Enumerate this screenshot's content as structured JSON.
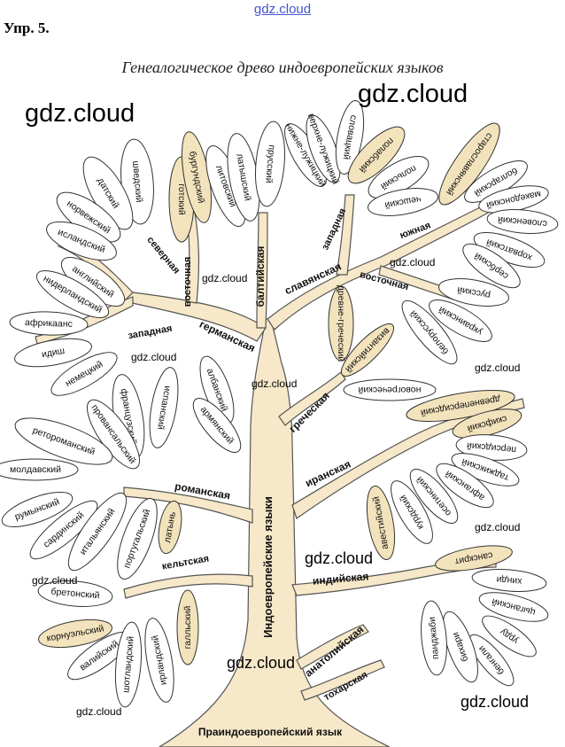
{
  "header": "Упр. 5.",
  "top_link": "gdz.cloud",
  "title": "Генеалогическое древо индоевропейских языков",
  "watermark": "gdz.cloud",
  "colors": {
    "trunk_fill": "#f6e8c8",
    "trunk_stroke": "#555555",
    "leaf_plain": "#ffffff",
    "leaf_shaded": "#f3e3bc",
    "link": "#4455cc"
  },
  "root_label": "Праиндоевропейский язык",
  "trunk_label": "Индоевропейские языки",
  "branches": {
    "germanic": "германская",
    "germanic_north": "северная",
    "germanic_east": "восточная",
    "germanic_west": "западная",
    "baltic": "балтийская",
    "slavic": "славянская",
    "slavic_west": "западная",
    "slavic_south": "южная",
    "slavic_east": "восточная",
    "greek": "греческая",
    "romance": "романская",
    "iranian": "иранская",
    "celtic": "кельтская",
    "indian": "индийская",
    "anatolian": "анатолийская",
    "tocharian": "тохарская"
  },
  "leaves": {
    "north_germanic": [
      "шведский",
      "датский",
      "норвежский",
      "исландский"
    ],
    "east_germanic": [
      "готский",
      "бургундский"
    ],
    "west_germanic": [
      "английский",
      "нидерландский",
      "африкаанс",
      "идиш",
      "немецкий"
    ],
    "baltic": [
      "литовский",
      "латышский",
      "прусский"
    ],
    "west_slavic": [
      "нижне-лужицкий",
      "верхне-лужицкий",
      "словацкий",
      "полабский",
      "польский",
      "чешский"
    ],
    "south_slavic": [
      "старославянский",
      "болгарский",
      "македонский",
      "словенский",
      "хорватский",
      "сербский"
    ],
    "east_slavic": [
      "русский",
      "украинский",
      "белорусский"
    ],
    "greek": [
      "древне-греческий",
      "византийский",
      "новогреческий"
    ],
    "albanian_armenian": [
      "албанский",
      "армянский"
    ],
    "romance": [
      "испанский",
      "французский",
      "провансальский",
      "ретороманский",
      "молдавский",
      "румынский",
      "сардинский",
      "итальянский",
      "португальский",
      "латынь"
    ],
    "iranian": [
      "древнеперсидский",
      "скифский",
      "персидский",
      "таджикский",
      "афганский",
      "осетинский",
      "курдский",
      "авестийский"
    ],
    "celtic": [
      "бретонский",
      "корнуэльский",
      "валийский",
      "шотландский",
      "ирландский",
      "галльский"
    ],
    "indian": [
      "санскрит",
      "хинди",
      "цыганский",
      "урду",
      "бенгали",
      "бихари",
      "панджаби"
    ]
  }
}
